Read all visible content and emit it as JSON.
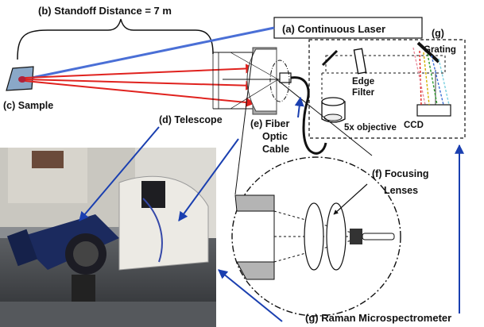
{
  "labels": {
    "standoff": "(b) Standoff Distance = 7 m",
    "laser": "(a) Continuous Laser",
    "spectrometer_box": "(g)",
    "grating": "Grating",
    "edge_filter_line1": "Edge",
    "edge_filter_line2": "Filter",
    "objective": "5x objective",
    "ccd": "CCD",
    "sample": "(c) Sample",
    "telescope": "(d) Telescope",
    "fiber_line1": "(e) Fiber",
    "fiber_line2": "Optic",
    "fiber_line3": "Cable",
    "focusing_line1": "(f) Focusing",
    "focusing_line2": "Lenses",
    "raman": "(g) Raman Microspectrometer"
  },
  "colors": {
    "laser_beam": "#4a6fd6",
    "scatter_rays": "#e0221e",
    "pointer_arrows": "#1a3fb0",
    "sample_fill": "#8aa8c8"
  },
  "photo": {
    "description_icon": "lab-photo-telescope-spectrometer"
  }
}
